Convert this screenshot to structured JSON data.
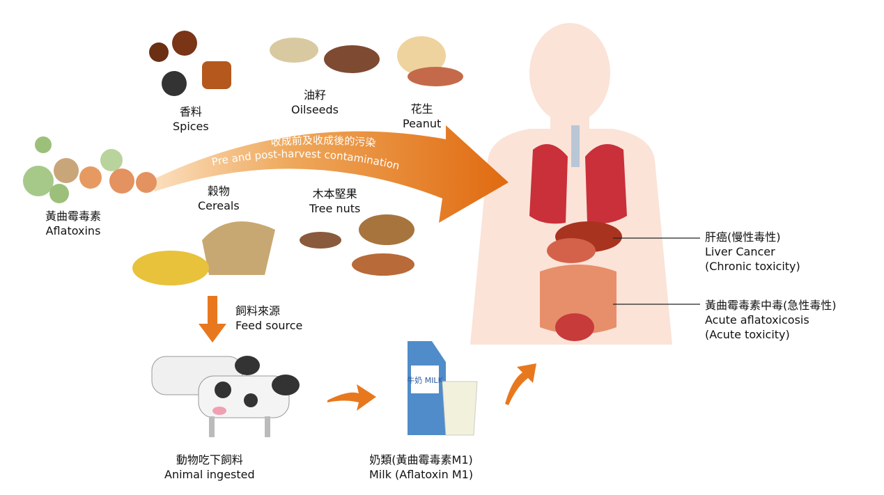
{
  "sources": {
    "aflatoxins": {
      "zh": "黃曲霉毒素",
      "en": "Aflatoxins"
    },
    "spices": {
      "zh": "香料",
      "en": "Spices"
    },
    "oilseeds": {
      "zh": "油籽",
      "en": "Oilseeds"
    },
    "peanut": {
      "zh": "花生",
      "en": "Peanut"
    },
    "cereals": {
      "zh": "穀物",
      "en": "Cereals"
    },
    "tree_nuts": {
      "zh": "木本堅果",
      "en": "Tree nuts"
    }
  },
  "main_arrow": {
    "zh": "收成前及收成後的污染",
    "en": "Pre and post-harvest contamination"
  },
  "feed": {
    "zh": "飼料來源",
    "en": "Feed source"
  },
  "animal": {
    "zh": "動物吃下飼料",
    "en": "Animal ingested"
  },
  "milk": {
    "zh": "奶類(黃曲霉毒素M1)",
    "en": "Milk (Aflatoxin M1)",
    "carton_text": "牛奶 MILK"
  },
  "effects": {
    "chronic": {
      "zh": "肝癌(慢性毒性)",
      "en": "Liver Cancer",
      "type": "(Chronic toxicity)"
    },
    "acute": {
      "zh": "黃曲霉毒素中毒(急性毒性)",
      "en": "Acute aflatoxicosis",
      "type": "(Acute toxicity)"
    }
  },
  "colors": {
    "arrow": "#e8781e",
    "body": "#fbe3d8"
  }
}
